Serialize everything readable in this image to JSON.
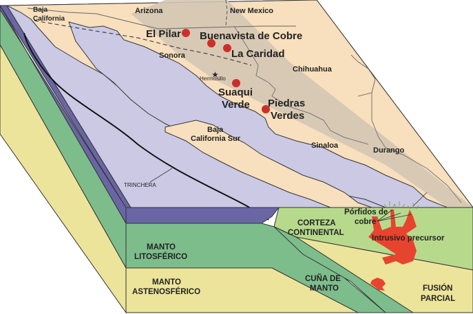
{
  "title": "Block diagram: porphyry copper deposits of Sonora, Mexico",
  "colors": {
    "continent": "#f8dfbd",
    "ocean": "#cbc9e3",
    "oceanic_crust": "#6a66a4",
    "mantle_lithosphere": "#7dbd8c",
    "asthenosphere": "#ede49b",
    "continental_crust": "#b7d98c",
    "porphyry_belt": "#d4c6b4",
    "deposit": "#cc2f2a",
    "magma": "#e7442f",
    "border": "#333333"
  },
  "map": {
    "regions": [
      {
        "name": "Baja California"
      },
      {
        "name": "Arizona"
      },
      {
        "name": "New Mexico"
      },
      {
        "name": "Sonora"
      },
      {
        "name": "Chihuahua"
      },
      {
        "name": "Baja California Sur"
      },
      {
        "name": "Sinaloa"
      },
      {
        "name": "Durango"
      }
    ],
    "region_labels": {
      "baja_california_1": "Baja",
      "baja_california_2": "California",
      "arizona": "Arizona",
      "new_mexico": "New Mexico",
      "sonora": "Sonora",
      "chihuahua": "Chihuahua",
      "bcs_1": "Baja",
      "bcs_2": "California Sur",
      "sinaloa": "Sinaloa",
      "durango": "Durango"
    },
    "city": {
      "name": "Hermosillo",
      "marker": "star"
    },
    "trench_label": "TRINCHERA",
    "deposits": [
      {
        "name": "El Pilar"
      },
      {
        "name": "Buenavista de Cobre"
      },
      {
        "name": "La Caridad"
      },
      {
        "name": "Suaqui Verde"
      },
      {
        "name": "Piedras Verdes"
      }
    ],
    "deposit_labels": {
      "el_pilar": "El Pilar",
      "buenavista": "Buenavista de Cobre",
      "la_caridad": "La Caridad",
      "suaqui_1": "Suaqui",
      "suaqui_2": "Verde",
      "piedras_1": "Piedras",
      "piedras_2": "Verdes"
    }
  },
  "section": {
    "manto_lito_1": "MANTO",
    "manto_lito_2": "LITOSFÉRICO",
    "manto_asteno_1": "MANTO",
    "manto_asteno_2": "ASTENOSFÉRICO",
    "corteza_1": "CORTEZA",
    "corteza_2": "CONTINENTAL",
    "cuna_1": "CUÑA DE",
    "cuna_2": "MANTO",
    "fusion_1": "FUSIÓN",
    "fusion_2": "PARCIAL",
    "porfidos_1": "Pórfidos de",
    "porfidos_2": "cobre",
    "intrusivo": "Intrusivo precursor"
  }
}
